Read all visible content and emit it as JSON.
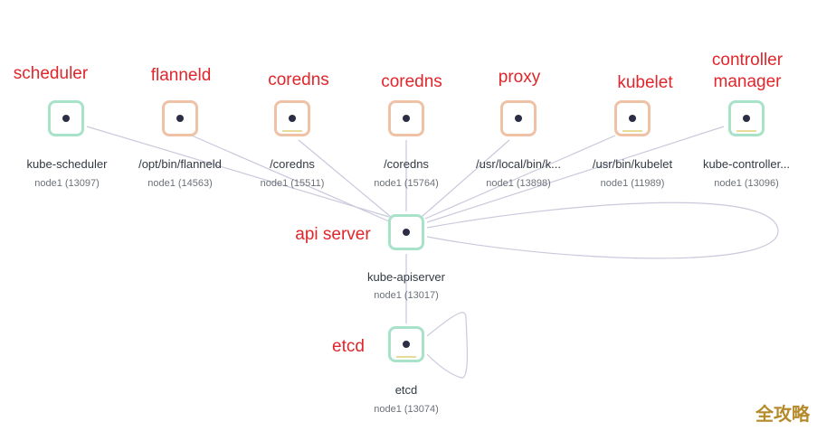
{
  "nodes": {
    "scheduler": {
      "name": "kube-scheduler",
      "sub": "node1 (13097)",
      "annotation": "scheduler"
    },
    "flanneld": {
      "name": "/opt/bin/flanneld",
      "sub": "node1 (14563)",
      "annotation": "flanneld"
    },
    "coredns1": {
      "name": "/coredns",
      "sub": "node1 (15511)",
      "annotation": "coredns"
    },
    "coredns2": {
      "name": "/coredns",
      "sub": "node1 (15764)",
      "annotation": "coredns"
    },
    "proxy": {
      "name": "/usr/local/bin/k...",
      "sub": "node1 (13898)",
      "annotation": "proxy"
    },
    "kubelet": {
      "name": "/usr/bin/kubelet",
      "sub": "node1 (11989)",
      "annotation": "kubelet"
    },
    "controller": {
      "name": "kube-controller...",
      "sub": "node1 (13096)",
      "annotation_line1": "controller",
      "annotation_line2": "manager"
    },
    "apiserver": {
      "name": "kube-apiserver",
      "sub": "node1 (13017)",
      "annotation": "api server"
    },
    "etcd": {
      "name": "etcd",
      "sub": "node1 (13074)",
      "annotation": "etcd"
    }
  },
  "watermark": "全攻略",
  "colors": {
    "annotation": "#e0262b",
    "edge": "#c9c9dc",
    "green_border": "#9fe0c4",
    "peach_border": "#efc2a6"
  }
}
